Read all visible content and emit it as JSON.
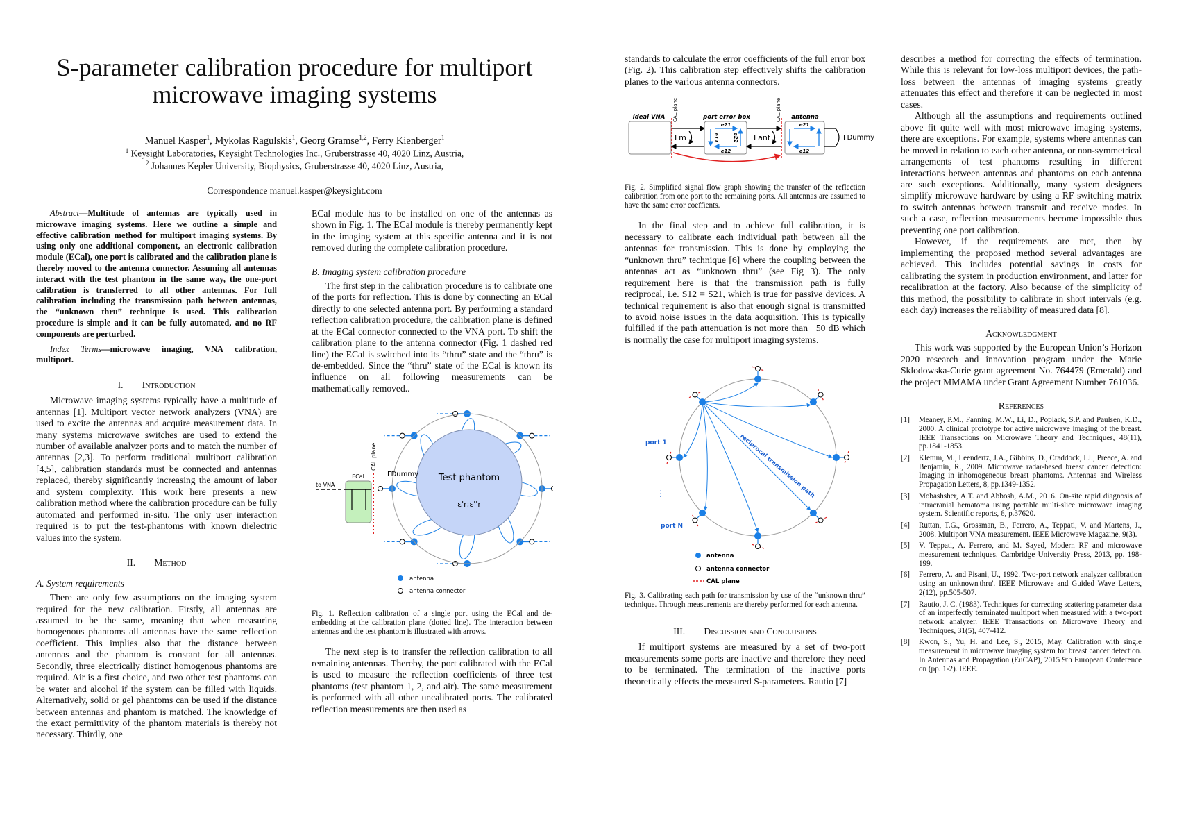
{
  "title": [
    "S-parameter calibration procedure for multiport",
    "microwave imaging systems"
  ],
  "authors": [
    {
      "name": "Manuel Kasper",
      "sup": "1",
      "sep": ", "
    },
    {
      "name": "Mykolas Ragulskis",
      "sup": "1",
      "sep": ", "
    },
    {
      "name": "Georg Gramse",
      "sup": "1,2",
      "sep": ", "
    },
    {
      "name": "Ferry Kienberger",
      "sup": "1",
      "sep": ""
    }
  ],
  "affiliations": [
    {
      "sup": "1",
      "text": " Keysight Laboratories, Keysight Technologies Inc., Gruberstrasse 40, 4020 Linz, Austria,"
    },
    {
      "sup": "2",
      "text": " Johannes Kepler University, Biophysics,  Gruberstrasse 40, 4020 Linz, Austria,"
    }
  ],
  "correspondence": "Correspondence manuel.kasper@keysight.com",
  "abstract": {
    "label": "Abstract",
    "text": "—Multitude of antennas are typically used in microwave imaging systems. Here we outline a simple and effective calibration method for multiport imaging systems. By using only one additional component, an electronic calibration module (ECal), one port is calibrated and the calibration plane is thereby moved to the antenna connector. Assuming all antennas interact with the test phantom in the same way, the one-port calibration is transferred to all other antennas. For full calibration including the transmission path between antennas, the “unknown thru” technique is used. This calibration procedure is simple and it can be fully automated, and no RF components are perturbed.",
    "index_label": "Index Terms",
    "index_text": "—microwave imaging, VNA calibration, multiport."
  },
  "sections": {
    "intro_heading": "I.  Introduction",
    "intro_text": "Microwave imaging systems typically have a multitude of antennas [1]. Multiport vector network analyzers (VNA) are used to excite the antennas and acquire measurement data. In many systems microwave switches are used to extend the number of available analyzer ports and to match the number of antennas [2,3]. To perform traditional multiport calibration [4,5], calibration standards must be connected and antennas replaced, thereby significantly increasing the amount of labor and system complexity. This work here presents a new calibration method where the calibration procedure can be fully automated and performed in-situ. The only user interaction required is to put the test-phantoms with known dielectric values into the system.",
    "method_heading": "II.  Method",
    "a_heading": "A.  System requirements",
    "a_text": "There are only few assumptions on the imaging system required for the new calibration. Firstly, all antennas are assumed to be the same, meaning that when measuring homogenous phantoms all antennas have the same reflection coefficient. This implies also that the distance between antennas and the phantom is constant for all antennas. Secondly, three electrically distinct homogenous phantoms are required. Air is a first choice, and two other test phantoms can be water and alcohol if the system can be filled with liquids. Alternatively, solid or gel phantoms can be used if the distance between antennas and phantom is matched. The knowledge of the exact permittivity of the phantom materials is thereby not necessary. Thirdly, one",
    "a_cont": "ECal module has to be installed on one of the antennas as shown in Fig. 1. The ECal module is thereby permanently kept in the imaging system at this specific antenna and it is not removed during the complete calibration procedure.",
    "b_heading": "B.  Imaging system calibration procedure",
    "b_text": "The first step in the calibration procedure is to calibrate one of the ports for reflection. This is done by connecting an ECal directly to one selected antenna port. By performing a standard reflection calibration procedure, the calibration plane is defined at the ECal connector connected to the VNA port. To shift the calibration plane to the antenna connector (Fig. 1 dashed red line) the ECal is switched into its “thru” state and the “thru” is de-embedded. Since the “thru” state of the ECal is known its influence on all following measurements can be mathematically removed..",
    "b_text2": "The next step is to transfer the reflection calibration to all remaining antennas. Thereby, the port calibrated with the ECal is used to measure the reflection coefficients of three test phantoms (test phantom 1, 2, and air). The same measurement is performed with all other uncalibrated ports. The calibrated reflection measurements are then used as",
    "b_text3": "standards to calculate the error coefficients of the full error box (Fig. 2). This calibration step effectively shifts the calibration planes to the various antenna connectors.",
    "b_text4": "In the final step and to achieve full calibration, it is necessary to calibrate each individual path between all the antennas for transmission. This is done by employing the “unknown thru” technique [6] where the coupling between the antennas act as “unknown thru” (see Fig 3). The only requirement here is that the transmission path is fully reciprocal, i.e. S12 = S21, which is true for passive devices. A technical requirement is also that enough signal is transmitted to avoid noise issues in the data acquisition. This is typically fulfilled if the path attenuation is not more than −50 dB which is normally the case for multiport imaging systems.",
    "disc_heading": "III.  Discussion and Conclusions",
    "disc_text1": "If multiport systems are measured by a set of two-port measurements some ports are inactive and therefore they need to be terminated. The termination of the inactive ports theoretically effects the measured S-parameters. Rautio [7]",
    "disc_text1_cont": "describes a method for correcting the effects of termination. While this is relevant for low-loss multiport devices, the path-loss between the antennas of imaging systems greatly attenuates this effect and therefore it can be neglected in most cases.",
    "disc_text2": "Although all the assumptions and requirements outlined above fit quite well with most microwave imaging systems, there are exceptions. For example, systems where antennas can be moved in relation to each other antenna, or non-symmetrical arrangements of test phantoms resulting in different interactions between antennas and phantoms on each antenna are such exceptions. Additionally, many system designers simplify microwave hardware by using a RF switching matrix to switch antennas between transmit and receive modes. In such a case, reflection measurements become impossible thus preventing one port calibration.",
    "disc_text3": "However, if the requirements are met, then by implementing the proposed method several advantages are achieved. This includes potential savings in costs for calibrating the system in production environment, and latter for recalibration at the factory. Also because of the simplicity of this method, the possibility to calibrate in short intervals (e.g. each day) increases the reliability of measured data [8].",
    "ack_heading": "Acknowledgment",
    "ack_text": "This work was supported by the European Union’s Horizon 2020 research and innovation program under the Marie Sklodowska-Curie grant agreement No. 764479 (Emerald) and the project MMAMA under Grant Agreement Number 761036.",
    "refs_heading": "References"
  },
  "figures": {
    "fig1": {
      "caption": "Fig. 1.  Reflection calibration of a single port using the ECal and de-embedding at the calibration plane (dotted line). The interaction between antennas and the test phantom is illustrated with arrows.",
      "phantom": "Test phantom",
      "permittivity": "ε'r;ε''r",
      "ecal": "ECal",
      "to_vna": "to VNA",
      "cal_plane": "CAL plane",
      "gamma_dummy": "ΓDummy",
      "legend_antenna": "antenna",
      "legend_connector": "antenna connector"
    },
    "fig2": {
      "caption": "Fig. 2.  Simplified signal flow graph showing the transfer of the reflection calibration from one port to the remaining ports. All antennas are assumed to have the same error coeffients.",
      "ideal_vna": "ideal VNA",
      "port_error_box": "port error box",
      "antenna": "antenna",
      "cal_plane": "CAL plane",
      "gamma_m": "Γm",
      "gamma_ant": "Γant",
      "gamma_dummy": "ΓDummy",
      "e21": "e21",
      "e12": "e12",
      "e11": "e11",
      "e22": "e22"
    },
    "fig3": {
      "caption": "Fig. 3.  Calibrating each path for transmission by use of the “unknown thru” technique. Through measurements are thereby performed for each antenna.",
      "port1": "port 1",
      "portN": "port N",
      "path_label": "reciprocal transmission path",
      "legend_antenna": "antenna",
      "legend_connector": "antenna connector",
      "legend_cal": "CAL plane"
    }
  },
  "references": [
    {
      "n": "[1]",
      "text": "Meaney, P.M., Fanning, M.W., Li, D., Poplack, S.P. and Paulsen, K.D., 2000. A clinical prototype for active microwave imaging of the breast. IEEE Transactions on Microwave Theory and Techniques, 48(11), pp.1841-1853."
    },
    {
      "n": "[2]",
      "text": "Klemm, M., Leendertz, J.A., Gibbins, D., Craddock, I.J., Preece, A. and Benjamin, R., 2009. Microwave radar-based breast cancer detection: Imaging in inhomogeneous breast phantoms. Antennas and Wireless Propagation Letters, 8, pp.1349-1352."
    },
    {
      "n": "[3]",
      "text": "Mobashsher, A.T. and Abbosh, A.M., 2016. On-site rapid diagnosis of intracranial hematoma using portable multi-slice microwave imaging system. Scientific reports, 6, p.37620."
    },
    {
      "n": "[4]",
      "text": "Ruttan, T.G., Grossman, B., Ferrero, A., Teppati, V. and Martens, J., 2008. Multiport VNA measurement. IEEE Microwave Magazine, 9(3)."
    },
    {
      "n": "[5]",
      "text": "V. Teppati, A. Ferrero, and M. Sayed, Modern RF and microwave measurement techniques. Cambridge University Press, 2013, pp. 198-199."
    },
    {
      "n": "[6]",
      "text": "Ferrero, A. and Pisani, U., 1992. Two-port network analyzer calibration using an unknown'thru'. IEEE Microwave and Guided Wave Letters, 2(12), pp.505-507."
    },
    {
      "n": "[7]",
      "text": "Rautio, J. C. (1983). Techniques for correcting scattering parameter data of an imperfectly terminated multiport when measured with a two-port network analyzer. IEEE Transactions on Microwave Theory and Techniques, 31(5), 407-412."
    },
    {
      "n": "[8]",
      "text": "Kwon, S., Yu, H. and Lee, S., 2015, May. Calibration with single measurement in microwave imaging system for breast cancer detection. In Antennas and Propagation (EuCAP), 2015 9th European Conference on (pp. 1-2). IEEE."
    }
  ],
  "colors": {
    "accent_blue": "#1a7fe6",
    "cal_red": "#e02020",
    "phantom_fill": "#c5d5f8",
    "ecal_fill": "#c4f0bc"
  }
}
